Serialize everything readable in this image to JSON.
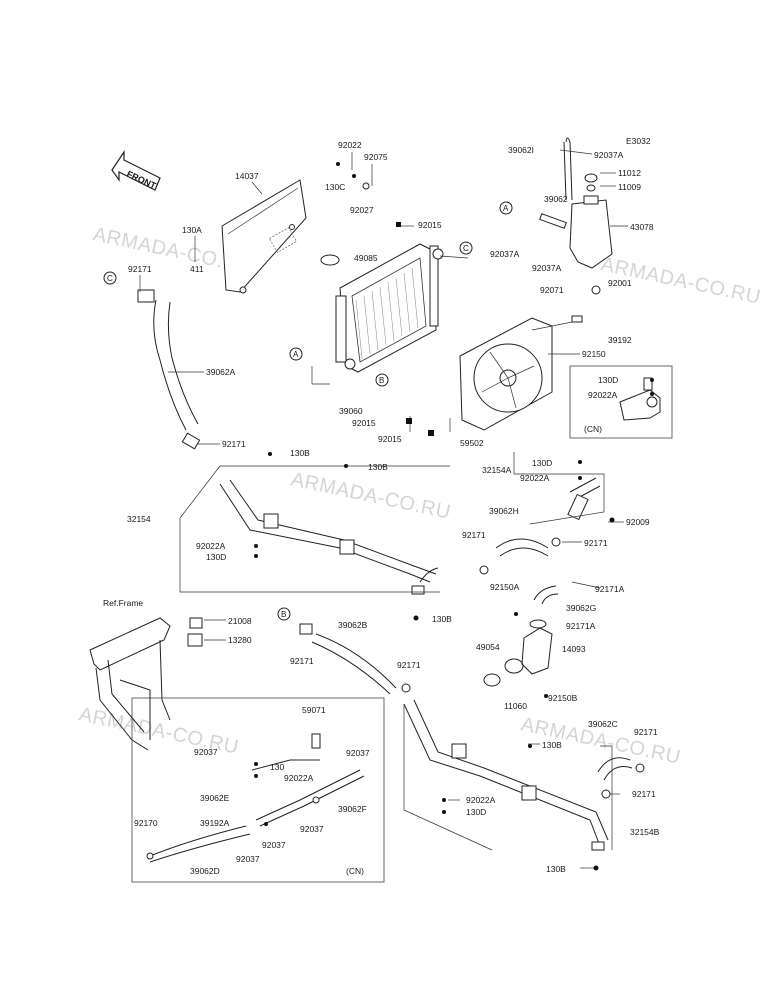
{
  "diagram_code": "E3032",
  "watermark": "ARMADA-CO.RU",
  "front_label": "FRONT",
  "ref_frame": "Ref.Frame",
  "cn_box_1": "(CN)",
  "cn_box_2": "(CN)",
  "callouts": {
    "A": "A",
    "B": "B",
    "C": "C"
  },
  "labels": [
    {
      "id": "14037",
      "text": "14037"
    },
    {
      "id": "130A",
      "text": "130A"
    },
    {
      "id": "411",
      "text": "411"
    },
    {
      "id": "92171-c",
      "text": "92171"
    },
    {
      "id": "92022-top",
      "text": "92022"
    },
    {
      "id": "92075",
      "text": "92075"
    },
    {
      "id": "130C",
      "text": "130C"
    },
    {
      "id": "92027",
      "text": "92027"
    },
    {
      "id": "92015-top",
      "text": "92015"
    },
    {
      "id": "49085",
      "text": "49085"
    },
    {
      "id": "39060",
      "text": "39060"
    },
    {
      "id": "92015-a",
      "text": "92015"
    },
    {
      "id": "92015-b",
      "text": "92015"
    },
    {
      "id": "59502",
      "text": "59502"
    },
    {
      "id": "39062A",
      "text": "39062A"
    },
    {
      "id": "92171-a",
      "text": "92171"
    },
    {
      "id": "39062I",
      "text": "39062I"
    },
    {
      "id": "92037A-top",
      "text": "92037A"
    },
    {
      "id": "11012",
      "text": "11012"
    },
    {
      "id": "11009",
      "text": "11009"
    },
    {
      "id": "39062",
      "text": "39062"
    },
    {
      "id": "43078",
      "text": "43078"
    },
    {
      "id": "92037A-l",
      "text": "92037A"
    },
    {
      "id": "92037A-m",
      "text": "92037A"
    },
    {
      "id": "92071",
      "text": "92071"
    },
    {
      "id": "92001",
      "text": "92001"
    },
    {
      "id": "92150",
      "text": "92150"
    },
    {
      "id": "39192",
      "text": "39192"
    },
    {
      "id": "130D-r",
      "text": "130D"
    },
    {
      "id": "92022A-r",
      "text": "92022A"
    },
    {
      "id": "130B-1",
      "text": "130B"
    },
    {
      "id": "130B-2",
      "text": "130B"
    },
    {
      "id": "32154A",
      "text": "32154A"
    },
    {
      "id": "130D-a",
      "text": "130D"
    },
    {
      "id": "92022A-a",
      "text": "92022A"
    },
    {
      "id": "92009",
      "text": "92009"
    },
    {
      "id": "32154",
      "text": "32154"
    },
    {
      "id": "92022A-l",
      "text": "92022A"
    },
    {
      "id": "130D-l",
      "text": "130D"
    },
    {
      "id": "39062H",
      "text": "39062H"
    },
    {
      "id": "92171-h",
      "text": "92171"
    },
    {
      "id": "92171-hr",
      "text": "92171"
    },
    {
      "id": "92171A-1",
      "text": "92171A"
    },
    {
      "id": "92150A",
      "text": "92150A"
    },
    {
      "id": "130B-3",
      "text": "130B"
    },
    {
      "id": "39062G",
      "text": "39062G"
    },
    {
      "id": "92171A-2",
      "text": "92171A"
    },
    {
      "id": "49054",
      "text": "49054"
    },
    {
      "id": "14093",
      "text": "14093"
    },
    {
      "id": "11060",
      "text": "11060"
    },
    {
      "id": "92150B",
      "text": "92150B"
    },
    {
      "id": "21008",
      "text": "21008"
    },
    {
      "id": "13280",
      "text": "13280"
    },
    {
      "id": "39062B",
      "text": "39062B"
    },
    {
      "id": "92171-b",
      "text": "92171"
    },
    {
      "id": "92171-bm",
      "text": "92171"
    },
    {
      "id": "59071",
      "text": "59071"
    },
    {
      "id": "92037-a",
      "text": "92037"
    },
    {
      "id": "92037-b",
      "text": "92037"
    },
    {
      "id": "130",
      "text": "130"
    },
    {
      "id": "92022A-cn",
      "text": "92022A"
    },
    {
      "id": "39062E",
      "text": "39062E"
    },
    {
      "id": "39062F",
      "text": "39062F"
    },
    {
      "id": "92170",
      "text": "92170"
    },
    {
      "id": "39192A",
      "text": "39192A"
    },
    {
      "id": "92037-c",
      "text": "92037"
    },
    {
      "id": "92037-d",
      "text": "92037"
    },
    {
      "id": "92037-e",
      "text": "92037"
    },
    {
      "id": "39062D",
      "text": "39062D"
    },
    {
      "id": "39062C",
      "text": "39062C"
    },
    {
      "id": "92171-cr",
      "text": "92171"
    },
    {
      "id": "92171-cr2",
      "text": "92171"
    },
    {
      "id": "130B-4",
      "text": "130B"
    },
    {
      "id": "92022A-b",
      "text": "92022A"
    },
    {
      "id": "130D-b",
      "text": "130D"
    },
    {
      "id": "32154B",
      "text": "32154B"
    },
    {
      "id": "130B-5",
      "text": "130B"
    }
  ]
}
